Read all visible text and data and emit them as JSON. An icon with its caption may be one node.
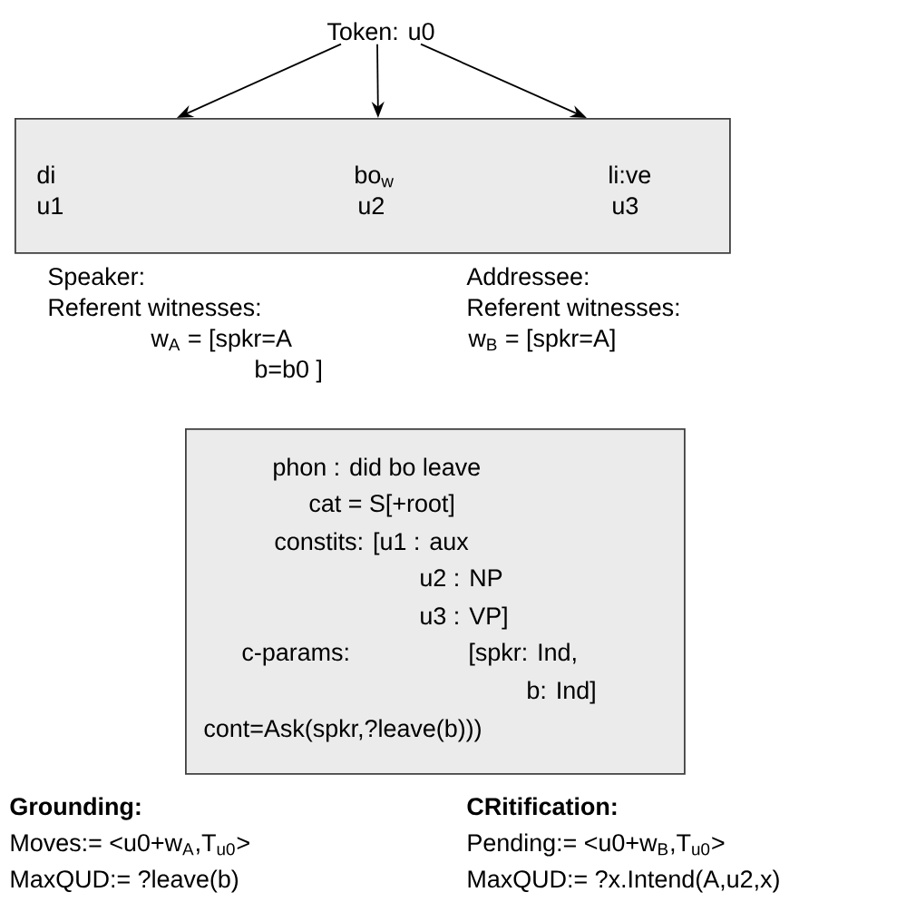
{
  "diagram": {
    "nodes": [
      {
        "text": [
          "Token: u0"
        ]
      },
      {
        "text": [
          "di",
          "u1",
          "bo$_{w}$",
          "u2",
          "li:ve",
          "u3"
        ]
      },
      {
        "text": [
          "phon : did bo leave",
          "cat = S[+root]",
          "constits: [u1 : aux",
          "u2 : NP",
          "u3 : VP]",
          "c-params:",
          "[spkr: Ind,",
          "b: Ind]",
          "cont=Ask(spkr,?leave(b)))"
        ]
      }
    ],
    "edges": [
      {
        "from": 0,
        "to": 1,
        "arrow": "to"
      },
      {
        "from": 0,
        "to": 1,
        "arrow": "to"
      },
      {
        "from": 0,
        "to": 1,
        "arrow": "to"
      }
    ],
    "labels": [
      "Speaker:",
      "Referent witnesses:",
      "w$_{A}$ = [spkr=A",
      "b=b0 ]",
      "Addressee:",
      "Referent witnesses:",
      "w$_{B}$ = [spkr=A]",
      "Grounding:",
      "Moves:= <u0+w$_{A}$,T$_{u0}$>",
      "MaxQUD:= ?leave(b)",
      "CRitification:",
      "Pending:= <u0+w$_{B}$,T$_{u0}$>",
      "MaxQUD:= ?x.Intend(A,u2,x)"
    ]
  }
}
